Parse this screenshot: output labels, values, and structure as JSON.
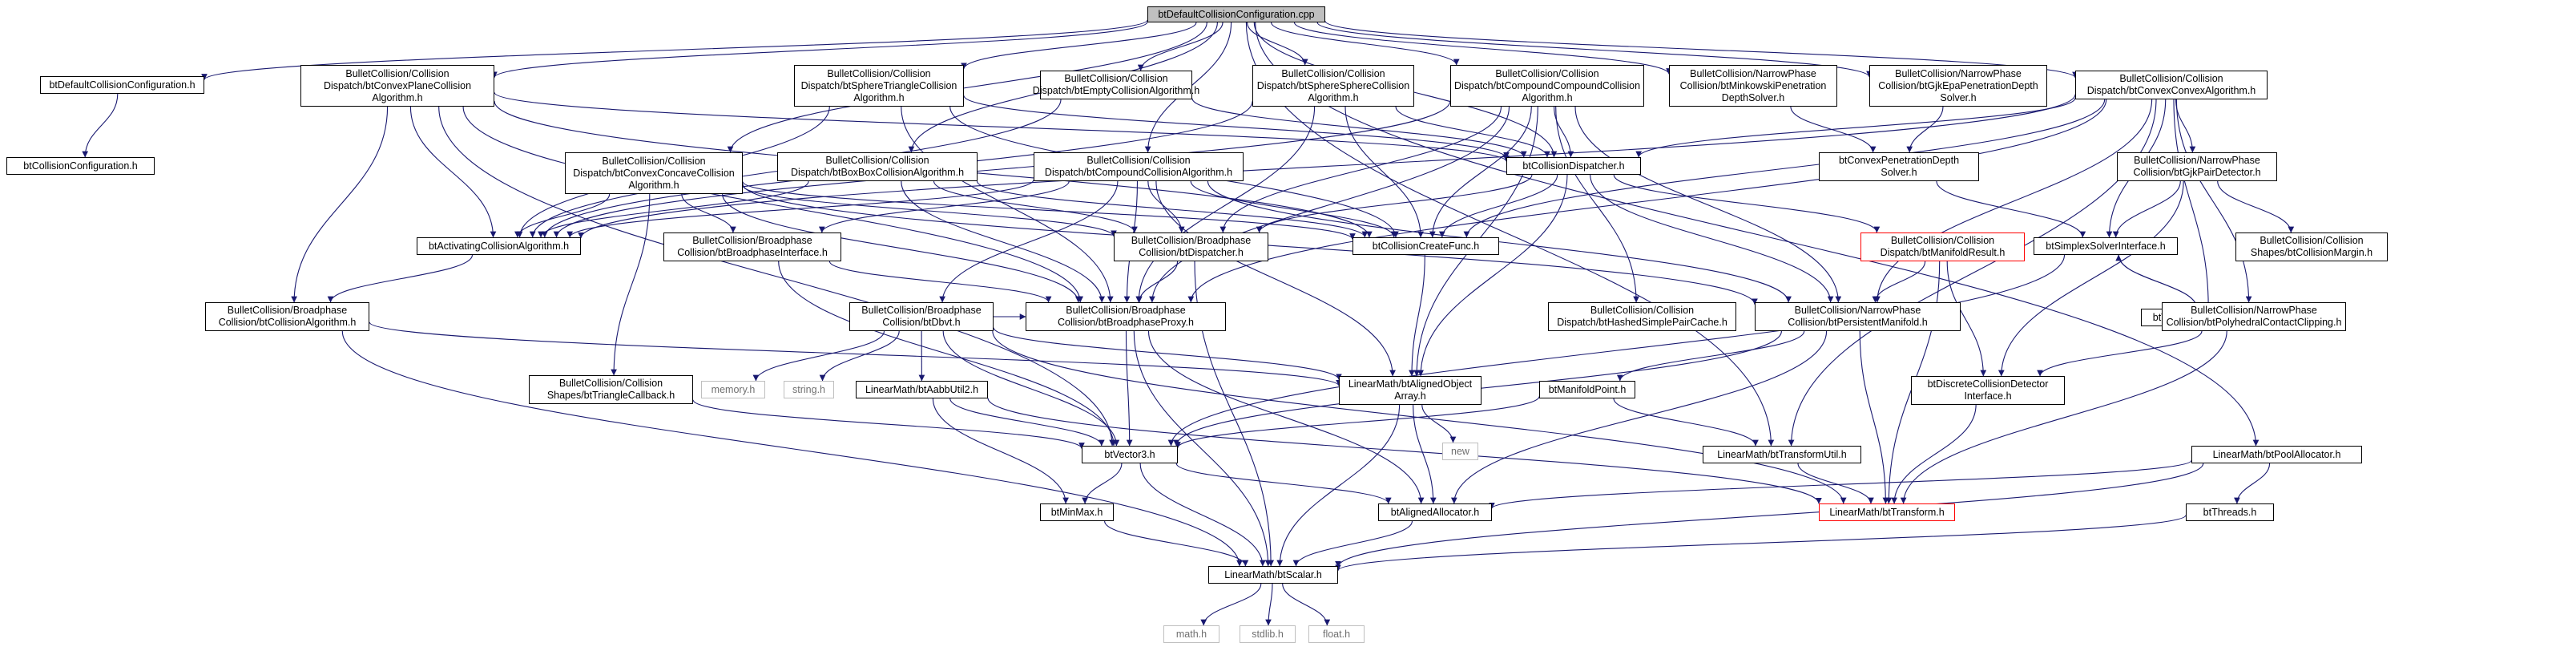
{
  "graph": {
    "colors": {
      "edge": "#191970",
      "node_border": "#000000",
      "root_fill": "#bfbfbf",
      "system_header_border": "#bfbfbf",
      "truncated_border": "#ff0000"
    },
    "nodes": [
      {
        "id": "root",
        "label": "btDefaultCollisionConfiguration.cpp",
        "kind": "root"
      },
      {
        "id": "n1",
        "label": "btDefaultCollisionConfiguration.h"
      },
      {
        "id": "n2",
        "label": "btCollisionConfiguration.h"
      },
      {
        "id": "n3",
        "label": "BulletCollision/Collision\nDispatch/btConvexPlaneCollision\nAlgorithm.h"
      },
      {
        "id": "n4",
        "label": "BulletCollision/Collision\nDispatch/btSphereTriangleCollision\nAlgorithm.h"
      },
      {
        "id": "n5",
        "label": "BulletCollision/Collision\nDispatch/btEmptyCollisionAlgorithm.h"
      },
      {
        "id": "n6",
        "label": "BulletCollision/Collision\nDispatch/btSphereSphereCollision\nAlgorithm.h"
      },
      {
        "id": "n7",
        "label": "BulletCollision/Collision\nDispatch/btCompoundCompoundCollision\nAlgorithm.h"
      },
      {
        "id": "n8",
        "label": "BulletCollision/NarrowPhase\nCollision/btMinkowskiPenetration\nDepthSolver.h"
      },
      {
        "id": "n9",
        "label": "BulletCollision/NarrowPhase\nCollision/btGjkEpaPenetrationDepth\nSolver.h"
      },
      {
        "id": "n10",
        "label": "BulletCollision/Collision\nDispatch/btConvexConvexAlgorithm.h"
      },
      {
        "id": "n11",
        "label": "BulletCollision/Collision\nDispatch/btConvexConcaveCollision\nAlgorithm.h"
      },
      {
        "id": "n12",
        "label": "BulletCollision/Collision\nDispatch/btBoxBoxCollisionAlgorithm.h"
      },
      {
        "id": "n13",
        "label": "BulletCollision/Collision\nDispatch/btCompoundCollisionAlgorithm.h"
      },
      {
        "id": "n14",
        "label": "btCollisionDispatcher.h"
      },
      {
        "id": "n15",
        "label": "btConvexPenetrationDepth\nSolver.h"
      },
      {
        "id": "n16",
        "label": "BulletCollision/NarrowPhase\nCollision/btGjkPairDetector.h"
      },
      {
        "id": "n17",
        "label": "btActivatingCollisionAlgorithm.h"
      },
      {
        "id": "n18",
        "label": "BulletCollision/Broadphase\nCollision/btBroadphaseInterface.h"
      },
      {
        "id": "n19",
        "label": "BulletCollision/Broadphase\nCollision/btDispatcher.h"
      },
      {
        "id": "n20",
        "label": "btCollisionCreateFunc.h"
      },
      {
        "id": "n21",
        "label": "BulletCollision/Collision\nDispatch/btManifoldResult.h",
        "kind": "red"
      },
      {
        "id": "n22",
        "label": "btSimplexSolverInterface.h"
      },
      {
        "id": "n23",
        "label": "BulletCollision/Collision\nShapes/btCollisionMargin.h"
      },
      {
        "id": "n24",
        "label": "btVoronoiSimplexSolver.h"
      },
      {
        "id": "n25",
        "label": "BulletCollision/Broadphase\nCollision/btCollisionAlgorithm.h"
      },
      {
        "id": "n26",
        "label": "BulletCollision/Broadphase\nCollision/btDbvt.h"
      },
      {
        "id": "n27",
        "label": "BulletCollision/Broadphase\nCollision/btBroadphaseProxy.h"
      },
      {
        "id": "n28",
        "label": "BulletCollision/Collision\nDispatch/btHashedSimplePairCache.h"
      },
      {
        "id": "n29",
        "label": "BulletCollision/NarrowPhase\nCollision/btPersistentManifold.h"
      },
      {
        "id": "n30",
        "label": "BulletCollision/NarrowPhase\nCollision/btPolyhedralContactClipping.h"
      },
      {
        "id": "n31",
        "label": "BulletCollision/Collision\nShapes/btTriangleCallback.h"
      },
      {
        "id": "n32",
        "label": "memory.h",
        "kind": "sys"
      },
      {
        "id": "n33",
        "label": "string.h",
        "kind": "sys"
      },
      {
        "id": "n34",
        "label": "LinearMath/btAabbUtil2.h"
      },
      {
        "id": "n35",
        "label": "LinearMath/btAlignedObject\nArray.h"
      },
      {
        "id": "n36",
        "label": "btManifoldPoint.h"
      },
      {
        "id": "n37",
        "label": "btDiscreteCollisionDetector\nInterface.h"
      },
      {
        "id": "n38",
        "label": "new",
        "kind": "sys"
      },
      {
        "id": "n39",
        "label": "btVector3.h"
      },
      {
        "id": "n40",
        "label": "LinearMath/btTransformUtil.h"
      },
      {
        "id": "n41",
        "label": "LinearMath/btPoolAllocator.h"
      },
      {
        "id": "n42",
        "label": "btMinMax.h"
      },
      {
        "id": "n43",
        "label": "btAlignedAllocator.h"
      },
      {
        "id": "n44",
        "label": "LinearMath/btTransform.h",
        "kind": "red"
      },
      {
        "id": "n45",
        "label": "btThreads.h"
      },
      {
        "id": "n46",
        "label": "LinearMath/btScalar.h"
      },
      {
        "id": "n47",
        "label": "math.h",
        "kind": "sys"
      },
      {
        "id": "n48",
        "label": "stdlib.h",
        "kind": "sys"
      },
      {
        "id": "n49",
        "label": "float.h",
        "kind": "sys"
      }
    ],
    "edges": [
      [
        "root",
        "n1"
      ],
      [
        "root",
        "n3"
      ],
      [
        "root",
        "n4"
      ],
      [
        "root",
        "n5"
      ],
      [
        "root",
        "n6"
      ],
      [
        "root",
        "n7"
      ],
      [
        "root",
        "n8"
      ],
      [
        "root",
        "n9"
      ],
      [
        "root",
        "n10"
      ],
      [
        "root",
        "n11"
      ],
      [
        "root",
        "n12"
      ],
      [
        "root",
        "n13"
      ],
      [
        "root",
        "n14"
      ],
      [
        "root",
        "n40"
      ],
      [
        "root",
        "n41"
      ],
      [
        "n1",
        "n2"
      ],
      [
        "n3",
        "n25"
      ],
      [
        "n3",
        "n14"
      ],
      [
        "n3",
        "n27"
      ],
      [
        "n3",
        "n39"
      ],
      [
        "n3",
        "n17"
      ],
      [
        "n3",
        "n20"
      ],
      [
        "n4",
        "n17"
      ],
      [
        "n4",
        "n14"
      ],
      [
        "n4",
        "n20"
      ],
      [
        "n4",
        "n27"
      ],
      [
        "n5",
        "n17"
      ],
      [
        "n5",
        "n14"
      ],
      [
        "n6",
        "n17"
      ],
      [
        "n6",
        "n14"
      ],
      [
        "n6",
        "n20"
      ],
      [
        "n6",
        "n27"
      ],
      [
        "n7",
        "n17"
      ],
      [
        "n7",
        "n14"
      ],
      [
        "n7",
        "n20"
      ],
      [
        "n7",
        "n19"
      ],
      [
        "n7",
        "n27"
      ],
      [
        "n7",
        "n28"
      ],
      [
        "n7",
        "n35"
      ],
      [
        "n7",
        "n29"
      ],
      [
        "n8",
        "n15"
      ],
      [
        "n9",
        "n15"
      ],
      [
        "n10",
        "n17"
      ],
      [
        "n10",
        "n14"
      ],
      [
        "n10",
        "n20"
      ],
      [
        "n10",
        "n27"
      ],
      [
        "n10",
        "n16"
      ],
      [
        "n10",
        "n29"
      ],
      [
        "n10",
        "n24"
      ],
      [
        "n10",
        "n30"
      ],
      [
        "n10",
        "n22"
      ],
      [
        "n10",
        "n40"
      ],
      [
        "n11",
        "n17"
      ],
      [
        "n11",
        "n18"
      ],
      [
        "n11",
        "n19"
      ],
      [
        "n11",
        "n27"
      ],
      [
        "n11",
        "n31"
      ],
      [
        "n11",
        "n20"
      ],
      [
        "n11",
        "n29"
      ],
      [
        "n12",
        "n17"
      ],
      [
        "n12",
        "n20"
      ],
      [
        "n12",
        "n27"
      ],
      [
        "n12",
        "n19"
      ],
      [
        "n13",
        "n17"
      ],
      [
        "n13",
        "n18"
      ],
      [
        "n13",
        "n19"
      ],
      [
        "n13",
        "n20"
      ],
      [
        "n13",
        "n26"
      ],
      [
        "n13",
        "n27"
      ],
      [
        "n13",
        "n35"
      ],
      [
        "n13",
        "n29"
      ],
      [
        "n14",
        "n20"
      ],
      [
        "n14",
        "n19"
      ],
      [
        "n14",
        "n21"
      ],
      [
        "n14",
        "n29"
      ],
      [
        "n14",
        "n35"
      ],
      [
        "n15",
        "n22"
      ],
      [
        "n16",
        "n22"
      ],
      [
        "n16",
        "n23"
      ],
      [
        "n16",
        "n37"
      ],
      [
        "n17",
        "n25"
      ],
      [
        "n18",
        "n27"
      ],
      [
        "n18",
        "n39"
      ],
      [
        "n19",
        "n27"
      ],
      [
        "n19",
        "n46"
      ],
      [
        "n20",
        "n35"
      ],
      [
        "n21",
        "n29"
      ],
      [
        "n21",
        "n37"
      ],
      [
        "n21",
        "n44"
      ],
      [
        "n22",
        "n24"
      ],
      [
        "n22",
        "n39"
      ],
      [
        "n24",
        "n22"
      ],
      [
        "n25",
        "n35"
      ],
      [
        "n25",
        "n46"
      ],
      [
        "n26",
        "n27"
      ],
      [
        "n26",
        "n32"
      ],
      [
        "n26",
        "n33"
      ],
      [
        "n26",
        "n34"
      ],
      [
        "n26",
        "n39"
      ],
      [
        "n26",
        "n44"
      ],
      [
        "n26",
        "n35"
      ],
      [
        "n27",
        "n39"
      ],
      [
        "n27",
        "n43"
      ],
      [
        "n27",
        "n46"
      ],
      [
        "n29",
        "n36"
      ],
      [
        "n29",
        "n39"
      ],
      [
        "n29",
        "n44"
      ],
      [
        "n29",
        "n43"
      ],
      [
        "n30",
        "n37"
      ],
      [
        "n30",
        "n44"
      ],
      [
        "n31",
        "n39"
      ],
      [
        "n34",
        "n39"
      ],
      [
        "n34",
        "n42"
      ],
      [
        "n34",
        "n44"
      ],
      [
        "n35",
        "n38"
      ],
      [
        "n35",
        "n43"
      ],
      [
        "n35",
        "n46"
      ],
      [
        "n36",
        "n39"
      ],
      [
        "n36",
        "n40"
      ],
      [
        "n37",
        "n44"
      ],
      [
        "n39",
        "n42"
      ],
      [
        "n39",
        "n43"
      ],
      [
        "n39",
        "n46"
      ],
      [
        "n40",
        "n44"
      ],
      [
        "n41",
        "n43"
      ],
      [
        "n41",
        "n45"
      ],
      [
        "n41",
        "n46"
      ],
      [
        "n42",
        "n46"
      ],
      [
        "n43",
        "n46"
      ],
      [
        "n45",
        "n46"
      ],
      [
        "n46",
        "n47"
      ],
      [
        "n46",
        "n48"
      ],
      [
        "n46",
        "n49"
      ]
    ]
  }
}
